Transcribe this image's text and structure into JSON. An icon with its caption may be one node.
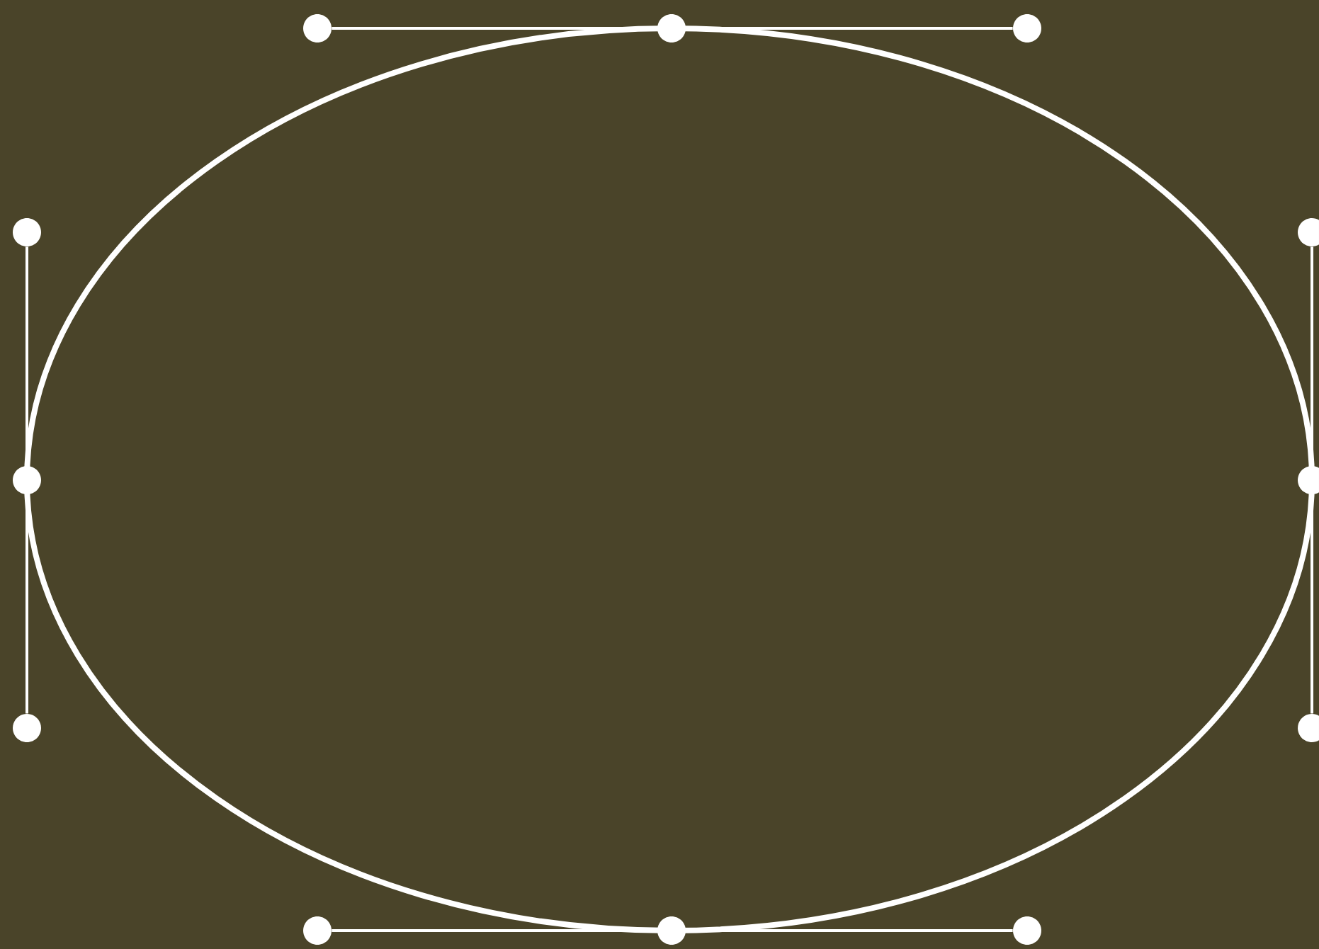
{
  "diagram": {
    "nodes": [
      {
        "text": [],
        "shape": "circle"
      },
      {
        "text": [],
        "shape": "circle"
      },
      {
        "text": [],
        "shape": "circle"
      },
      {
        "text": [],
        "shape": "circle"
      },
      {
        "text": [],
        "shape": "circle"
      },
      {
        "text": [],
        "shape": "circle"
      },
      {
        "text": [],
        "shape": "circle"
      },
      {
        "text": [],
        "shape": "circle"
      },
      {
        "text": [],
        "shape": "circle"
      },
      {
        "text": [],
        "shape": "circle"
      },
      {
        "text": [],
        "shape": "circle"
      },
      {
        "text": [],
        "shape": "circle"
      }
    ],
    "edges": [
      {
        "from": 1,
        "to": 0,
        "arrow": "none"
      },
      {
        "from": 1,
        "to": 2,
        "arrow": "none"
      },
      {
        "from": 5,
        "to": 3,
        "arrow": "none"
      },
      {
        "from": 5,
        "to": 7,
        "arrow": "none"
      },
      {
        "from": 6,
        "to": 4,
        "arrow": "none"
      },
      {
        "from": 6,
        "to": 8,
        "arrow": "none"
      },
      {
        "from": 10,
        "to": 9,
        "arrow": "none"
      },
      {
        "from": 10,
        "to": 11,
        "arrow": "none"
      }
    ]
  }
}
